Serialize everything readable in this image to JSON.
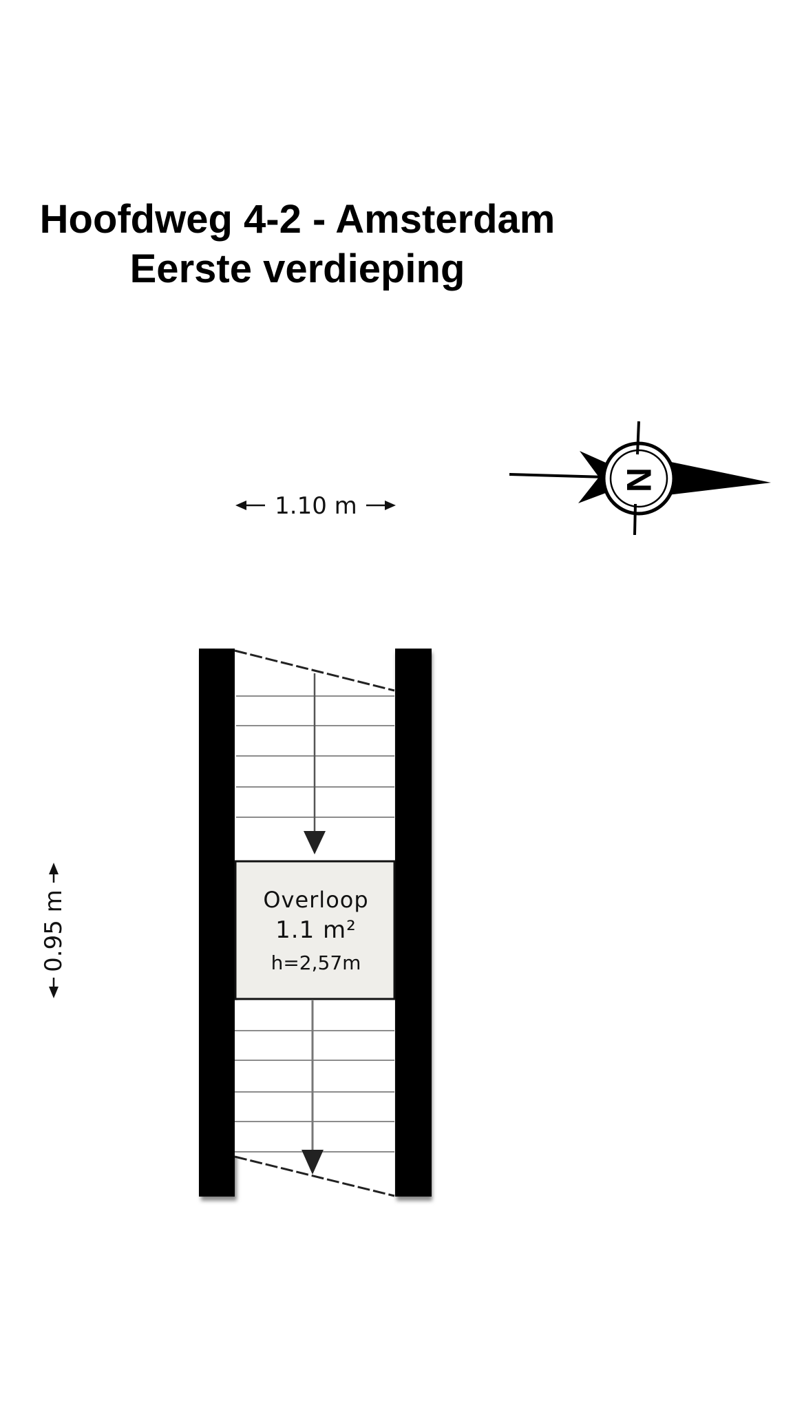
{
  "header": {
    "title": "Hoofdweg 4-2 - Amsterdam",
    "subtitle": "Eerste verdieping"
  },
  "dimensions": {
    "width": "1.10 m",
    "depth": "0.95 m"
  },
  "compass": {
    "label": "N",
    "icon": "north-arrow-icon"
  },
  "rooms": [
    {
      "name": "Overloop",
      "area": "1.1 m²",
      "height": "h=2,57m"
    }
  ],
  "colors": {
    "wall": "#000000",
    "landing_fill": "#efeeea",
    "stair_line": "#555555"
  }
}
